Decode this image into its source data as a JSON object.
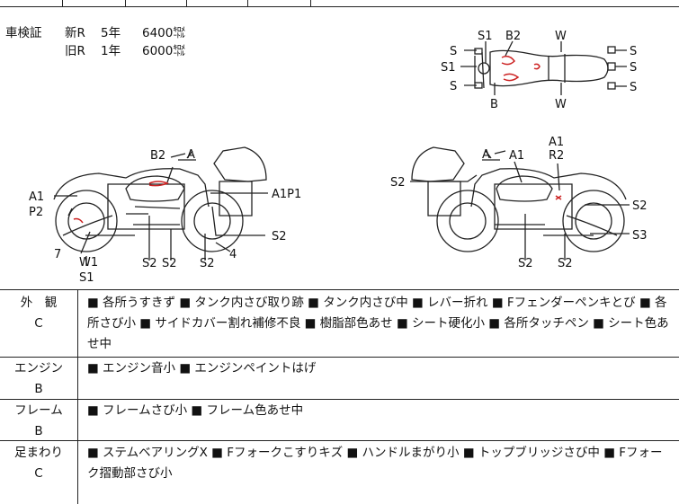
{
  "registration": {
    "label": "車検証",
    "rows": [
      {
        "type": "新R",
        "year": "5年",
        "km": "6400㌖"
      },
      {
        "type": "旧R",
        "year": "1年",
        "km": "6000㌖"
      }
    ]
  },
  "diagram_labels": {
    "top_view": {
      "s1_top": "S1",
      "b2_top": "B2",
      "w_top": "W",
      "s_left_1": "S",
      "s1_left": "S1",
      "s_left_2": "S",
      "b_bottom": "B",
      "w_bottom": "W",
      "s_right_1": "S",
      "s_right_2": "S",
      "s_right_3": "S"
    },
    "left_view": {
      "b2": "B2",
      "a_top": "A",
      "a1": "A1",
      "p2": "P2",
      "a1p1": "A1P1",
      "s2_right": "S2",
      "seven": "7",
      "w1": "W1",
      "s1": "S1",
      "s2_a": "S2",
      "s2_b": "S2",
      "s2_c": "S2",
      "four": "4"
    },
    "right_view": {
      "a": "A",
      "a1": "A1",
      "a1_top": "A1",
      "r2": "R2",
      "s2_left": "S2",
      "s2_right": "S2",
      "s3": "S3",
      "s2_bl": "S2",
      "s2_br": "S2"
    }
  },
  "conditions": [
    {
      "label": "外　観",
      "grade": "C",
      "text": "■ 各所うすきず ■ タンク内さび取り跡 ■ タンク内さび中 ■ レバー折れ ■ Fフェンダーペンキとび ■ 各所さび小 ■ サイドカバー割れ補修不良 ■ 樹脂部色あせ ■ シート硬化小 ■ 各所タッチペン ■ シート色あせ中"
    },
    {
      "label": "エンジン",
      "grade": "B",
      "text": "■ エンジン音小 ■ エンジンペイントはげ"
    },
    {
      "label": "フレーム",
      "grade": "B",
      "text": "■ フレームさび小 ■ フレーム色あせ中"
    },
    {
      "label": "足まわり",
      "grade": "C",
      "text": "■ ステムベアリングX ■ Fフォークこすりキズ ■ ハンドルまがり小 ■ トップブリッジさび中 ■ Fフォーク摺動部さび小"
    }
  ],
  "colors": {
    "line": "#222222",
    "damage_mark": "#cc2222"
  }
}
